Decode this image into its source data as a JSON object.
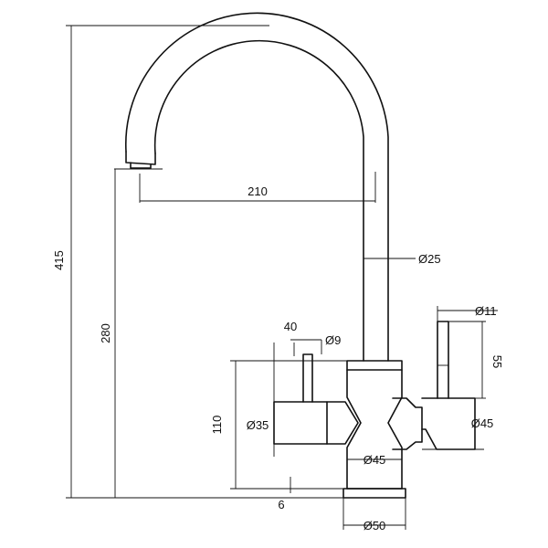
{
  "drawing": {
    "dimensions": {
      "total_height": "415",
      "spout_height": "280",
      "reach": "210",
      "pipe_diameter": "Ø25",
      "left_handle_offset": "40",
      "left_stem_diameter": "Ø9",
      "body_height": "110",
      "left_handle_diameter": "Ø35",
      "body_diameter": "Ø45",
      "base_thickness": "6",
      "base_diameter": "Ø50",
      "right_stem_diameter": "Ø11",
      "right_handle_height": "55",
      "right_handle_diameter": "Ø45"
    }
  }
}
